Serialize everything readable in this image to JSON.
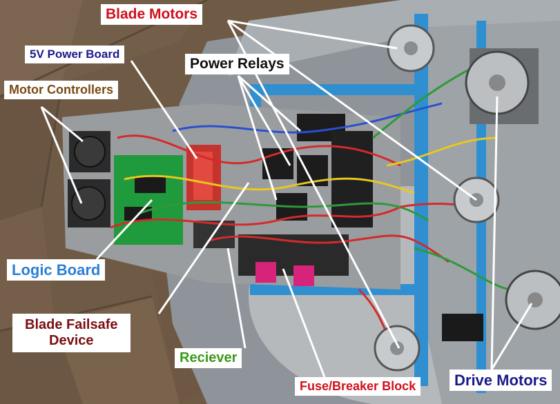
{
  "labels": {
    "blade_motors": "Blade Motors",
    "power_board_5v": "5V Power Board",
    "motor_controllers": "Motor Controllers",
    "power_relays": "Power Relays",
    "logic_board": "Logic Board",
    "blade_failsafe_line1": "Blade Failsafe",
    "blade_failsafe_line2": "Device",
    "reciever": "Reciever",
    "fuse_breaker_block": "Fuse/Breaker Block",
    "drive_motors": "Drive Motors"
  },
  "colors": {
    "red_label": "#d0101a",
    "navy_label": "#1a1a8c",
    "brown_label": "#7a4a12",
    "black_label": "#111111",
    "blue_label": "#2a7fd4",
    "maroon_label": "#7a0f12",
    "green_label": "#3a9a1a",
    "leader_line": "#ffffff"
  }
}
